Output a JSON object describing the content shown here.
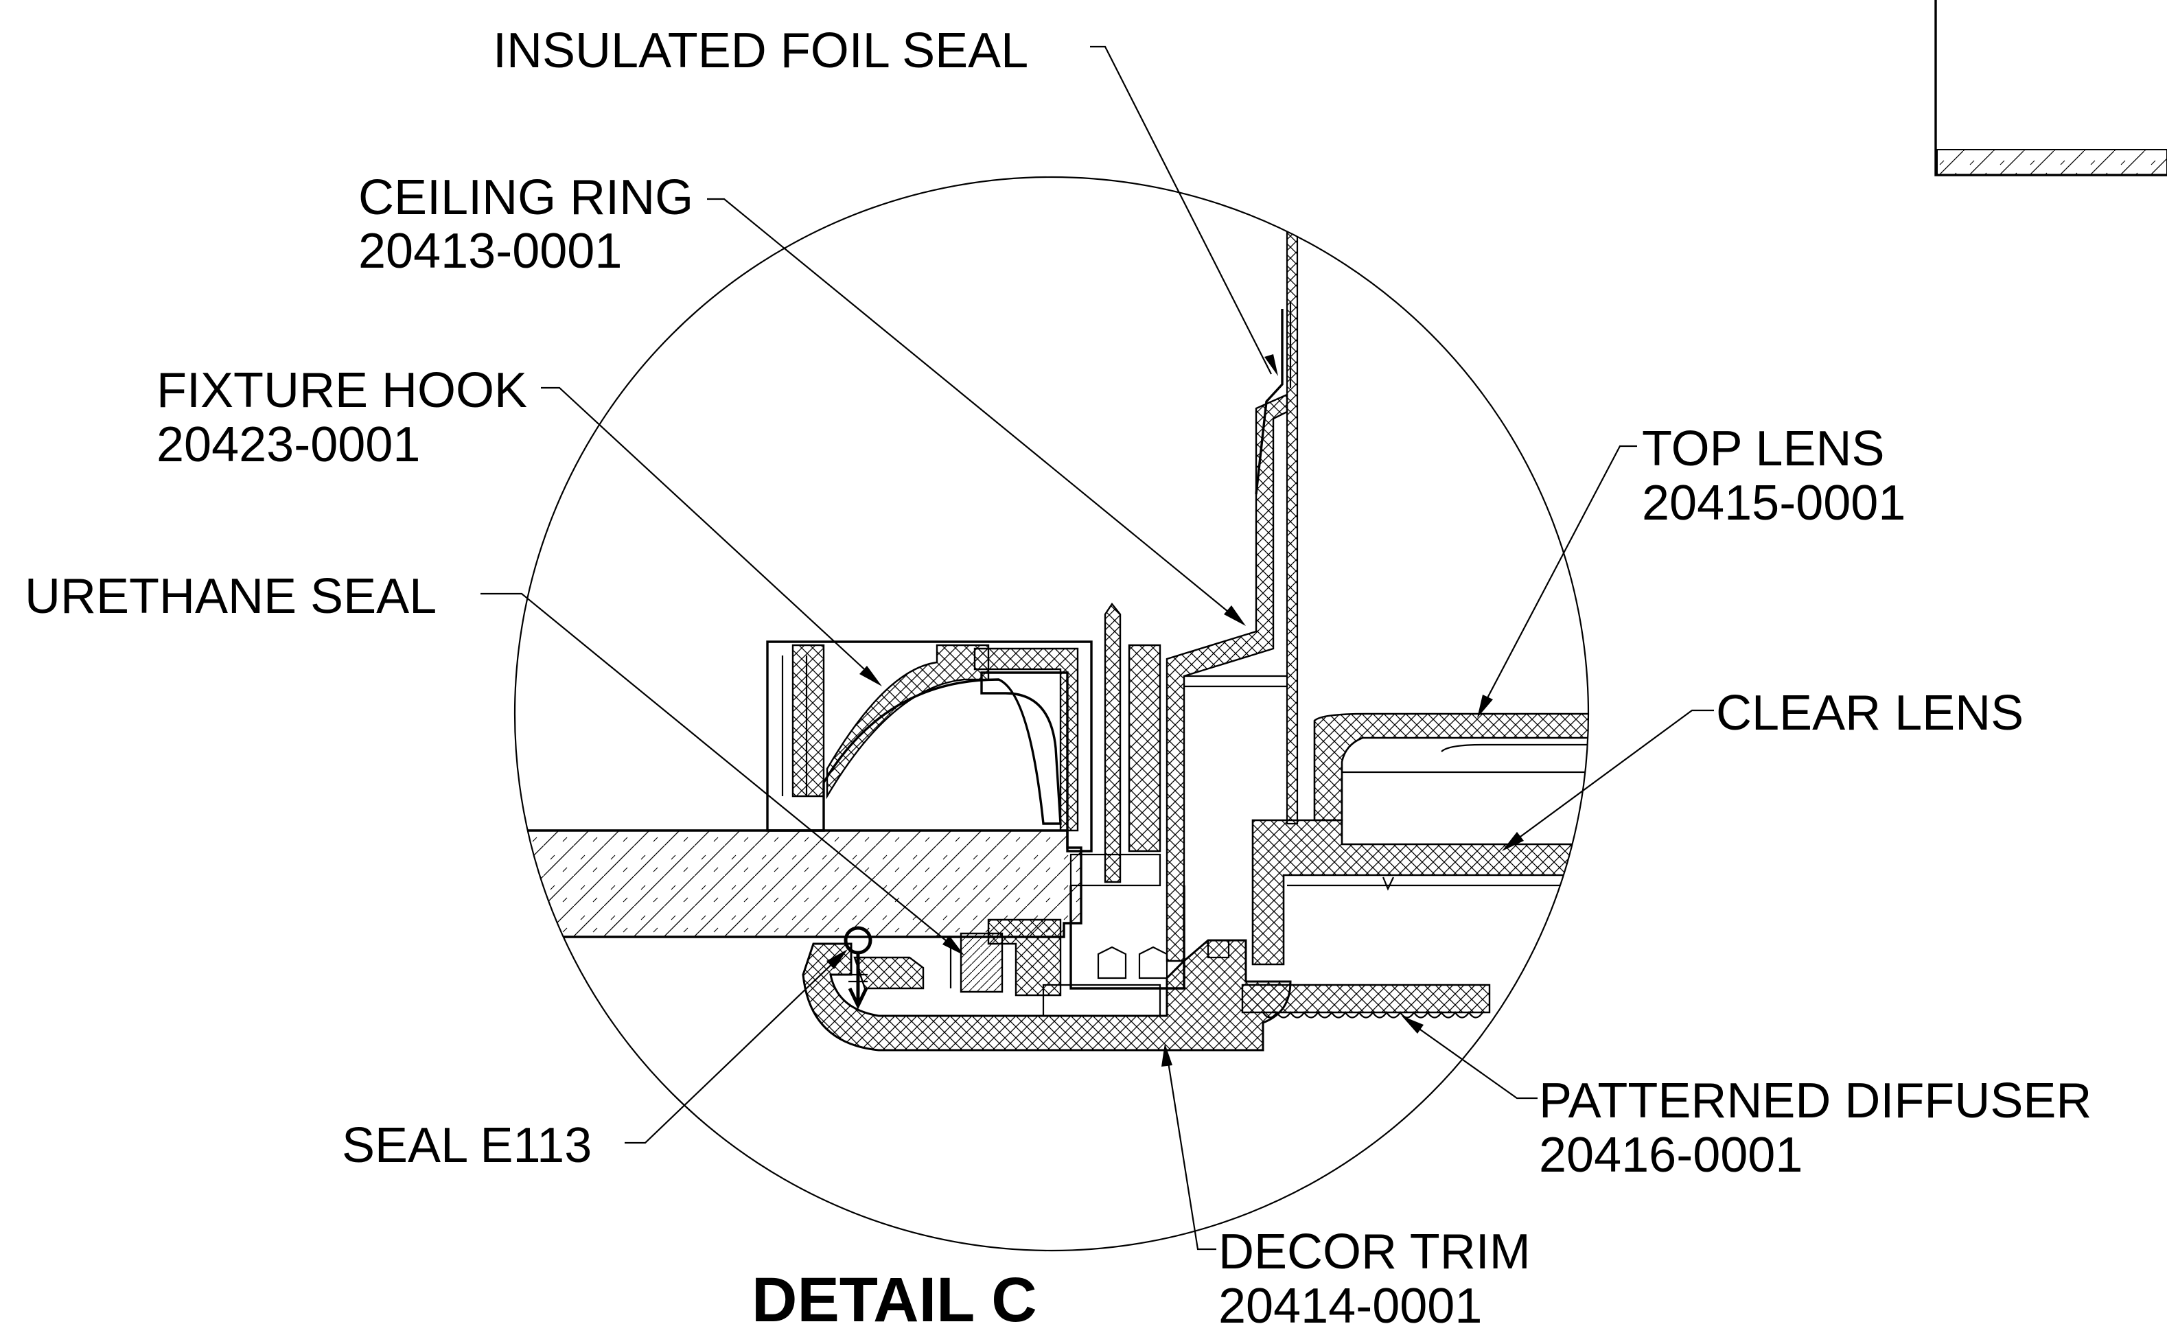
{
  "title": "DETAIL C",
  "callouts": {
    "insulated_foil_seal": {
      "name": "INSULATED FOIL SEAL"
    },
    "ceiling_ring": {
      "name": "CEILING RING",
      "part": "20413-0001"
    },
    "fixture_hook": {
      "name": "FIXTURE HOOK",
      "part": "20423-0001"
    },
    "urethane_seal": {
      "name": "URETHANE SEAL"
    },
    "top_lens": {
      "name": "TOP LENS",
      "part": "20415-0001"
    },
    "clear_lens": {
      "name": "CLEAR LENS"
    },
    "patterned_diffuser": {
      "name": "PATTERNED DIFFUSER",
      "part": "20416-0001"
    },
    "seal_e113": {
      "name": "SEAL E113"
    },
    "decor_trim": {
      "name": "DECOR TRIM",
      "part": "20414-0001"
    }
  }
}
